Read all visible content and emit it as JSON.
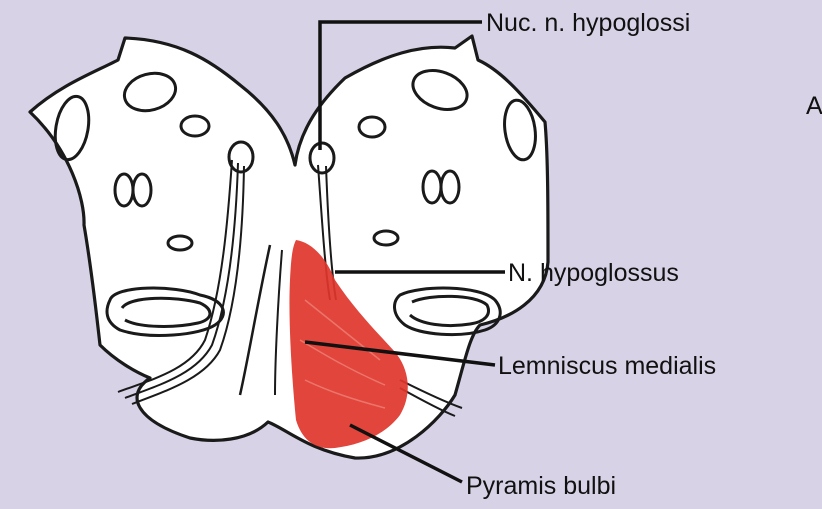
{
  "figure": {
    "background_color": "#d7d2e6",
    "lesion_color": "#e0352a",
    "outline_color": "#1a1a1a",
    "corner_mark": "A",
    "labels": {
      "nucleus": "Nuc. n. hypoglossi",
      "nerve": "N. hypoglossus",
      "lemniscus": "Lemniscus medialis",
      "pyramid": "Pyramis bulbi"
    }
  }
}
